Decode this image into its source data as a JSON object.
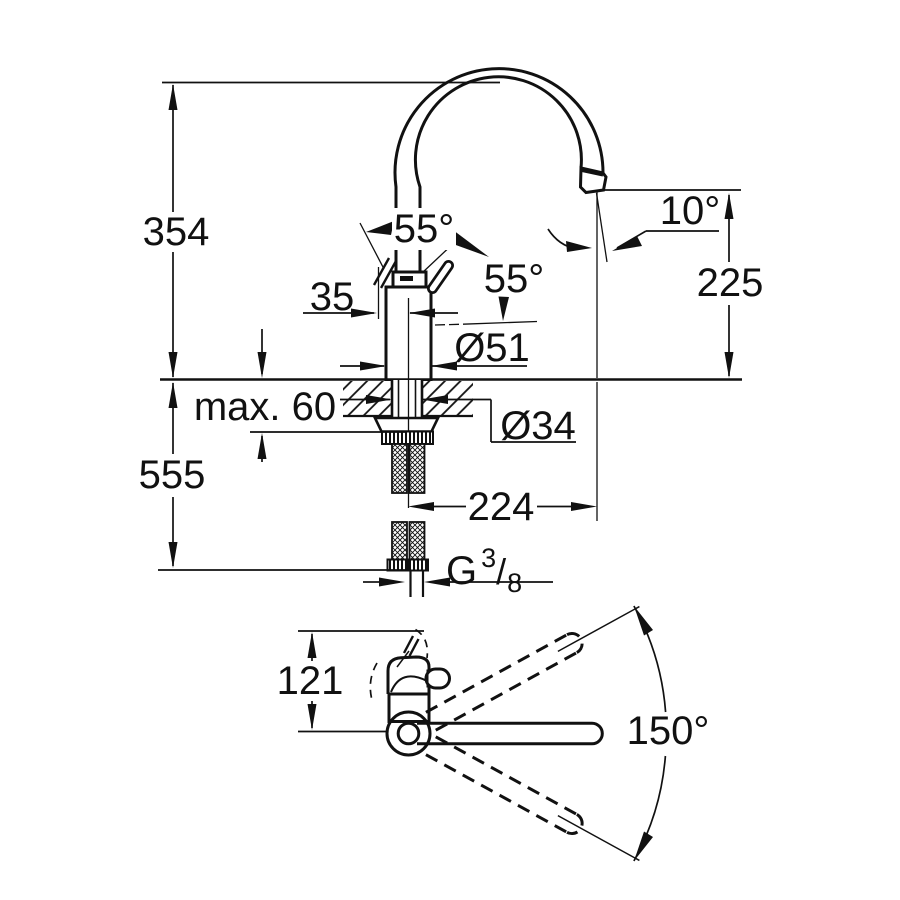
{
  "colors": {
    "ink": "#111111",
    "paper": "#ffffff"
  },
  "side_view": {
    "total_height": "354",
    "spout_height": "225",
    "outlet_angle": "10°",
    "lever_open_angle": "55°",
    "lever_front_angle": "55°",
    "body_to_axis": "35",
    "body_diameter": "Ø51",
    "max_mounting_thickness": "max. 60",
    "hole_diameter": "Ø34",
    "below_counter_length": "555",
    "projection": "224",
    "supply_thread": {
      "prefix": "G",
      "numerator": "3",
      "slash": "/",
      "denominator": "8"
    }
  },
  "plan_view": {
    "lever_height": "121",
    "swivel_angle": "150°"
  }
}
